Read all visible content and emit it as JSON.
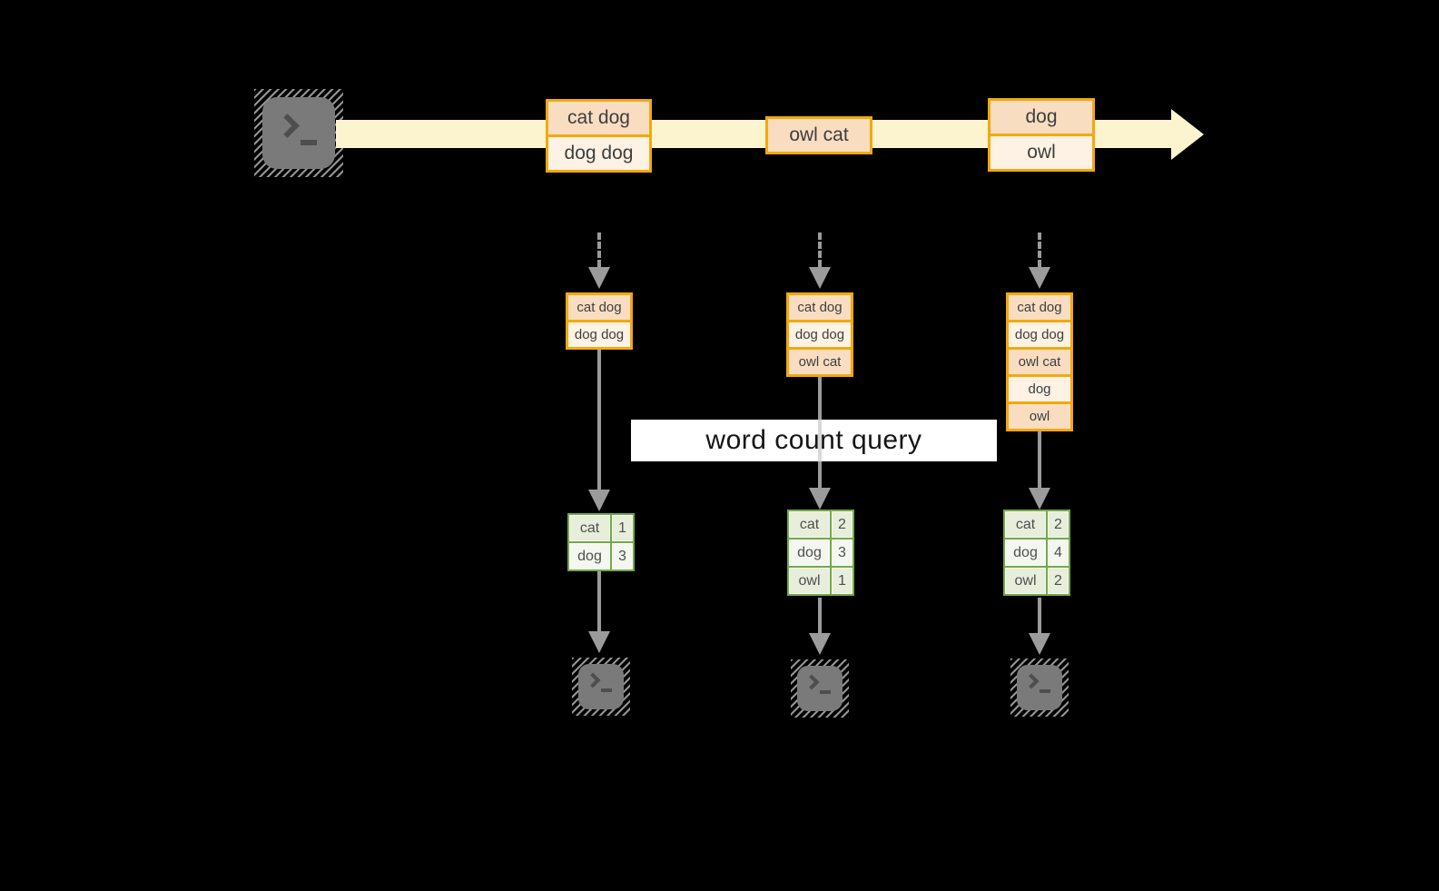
{
  "label": {
    "query": "word count query"
  },
  "colors": {
    "background": "#000000",
    "amber_border": "#F2A90D",
    "peach_cell": "#F9DDC1",
    "cream_cell": "#FDF2E3",
    "stream_band": "#FCF3CF",
    "arrow_gray": "#9B9B9B",
    "green_border": "#73A946",
    "green_row_a": "#E7EEDC",
    "green_row_b": "#F4F7EF",
    "terminal_gray": "#7A7A7A"
  },
  "icons": {
    "source": "terminal-prompt-icon",
    "outputs": [
      "terminal-prompt-icon",
      "terminal-prompt-icon",
      "terminal-prompt-icon"
    ],
    "stream": "right-arrow",
    "flow": "down-arrow"
  },
  "stream_records": [
    {
      "cells": [
        "cat dog",
        "dog dog"
      ]
    },
    {
      "cells": [
        "owl cat"
      ]
    },
    {
      "cells": [
        "dog",
        "owl"
      ]
    }
  ],
  "state_snapshots": [
    {
      "cells": [
        "cat dog",
        "dog dog"
      ]
    },
    {
      "cells": [
        "cat dog",
        "dog dog",
        "owl cat"
      ]
    },
    {
      "cells": [
        "cat dog",
        "dog dog",
        "owl cat",
        "dog",
        "owl"
      ]
    }
  ],
  "count_tables": [
    {
      "rows": [
        [
          "cat",
          "1"
        ],
        [
          "dog",
          "3"
        ]
      ]
    },
    {
      "rows": [
        [
          "cat",
          "2"
        ],
        [
          "dog",
          "3"
        ],
        [
          "owl",
          "1"
        ]
      ]
    },
    {
      "rows": [
        [
          "cat",
          "2"
        ],
        [
          "dog",
          "4"
        ],
        [
          "owl",
          "2"
        ]
      ]
    }
  ]
}
